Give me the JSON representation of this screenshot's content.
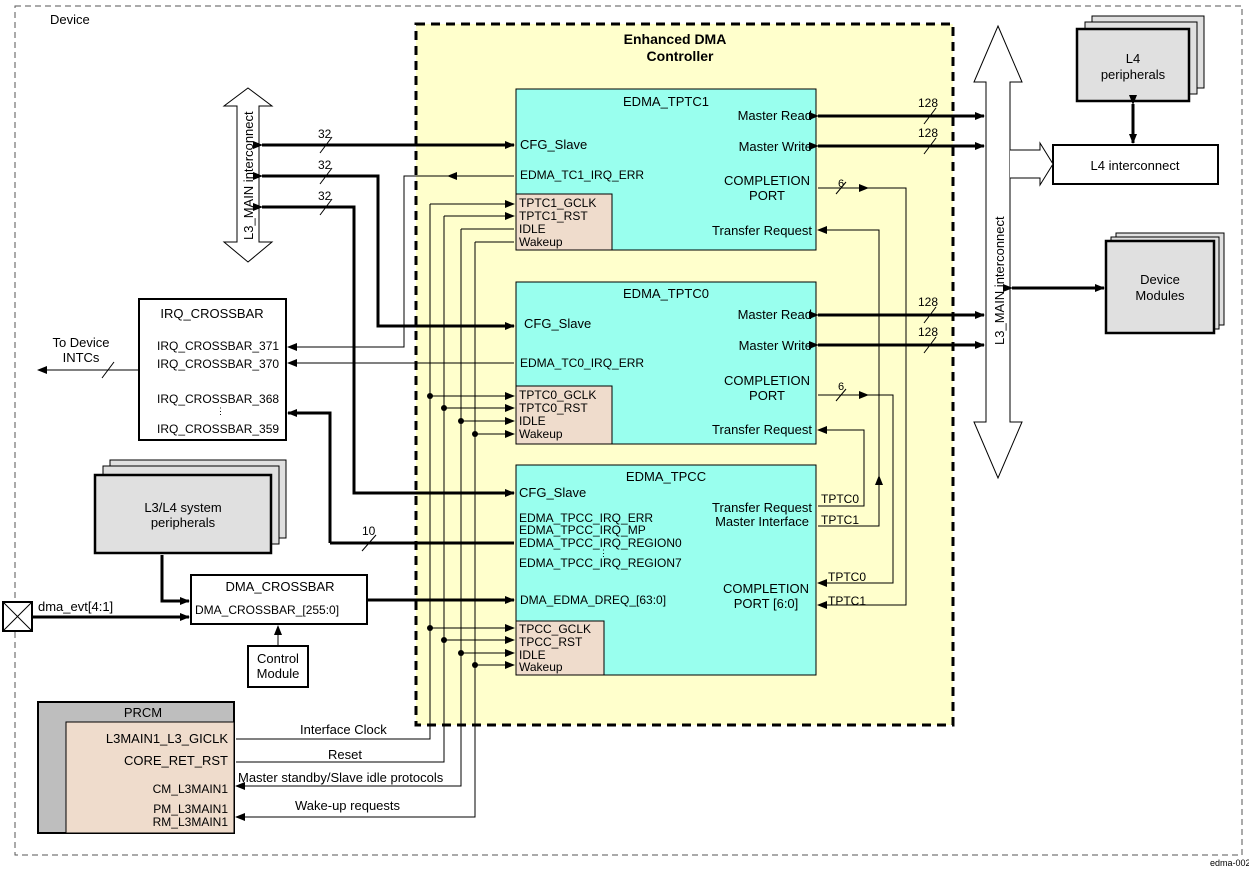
{
  "device_label": "Device",
  "figure_id": "edma-002",
  "edma": {
    "title_line1": "Enhanced DMA",
    "title_line2": "Controller"
  },
  "tptc1": {
    "name": "EDMA_TPTC1",
    "cfg": "CFG_Slave",
    "irq": "EDMA_TC1_IRQ_ERR",
    "master_read": "Master Read",
    "master_write": "Master Write",
    "completion_1": "COMPLETION",
    "completion_2": "PORT",
    "transfer_request": "Transfer Request",
    "sig_gclk": "TPTC1_GCLK",
    "sig_rst": "TPTC1_RST",
    "sig_idle": "IDLE",
    "sig_wakeup": "Wakeup"
  },
  "tptc0": {
    "name": "EDMA_TPTC0",
    "cfg": "CFG_Slave",
    "irq": "EDMA_TC0_IRQ_ERR",
    "master_read": "Master Read",
    "master_write": "Master Write",
    "completion_1": "COMPLETION",
    "completion_2": "PORT",
    "transfer_request": "Transfer Request",
    "sig_gclk": "TPTC0_GCLK",
    "sig_rst": "TPTC0_RST",
    "sig_idle": "IDLE",
    "sig_wakeup": "Wakeup"
  },
  "tpcc": {
    "name": "EDMA_TPCC",
    "cfg": "CFG_Slave",
    "irq_err": "EDMA_TPCC_IRQ_ERR",
    "irq_mp": "EDMA_TPCC_IRQ_MP",
    "irq_region0": "EDMA_TPCC_IRQ_REGION0",
    "irq_region7": "EDMA_TPCC_IRQ_REGION7",
    "dreq": "DMA_EDMA_DREQ_[63:0]",
    "tr_master_1": "Transfer Request",
    "tr_master_2": "Master Interface",
    "completion_1": "COMPLETION",
    "completion_2": "PORT [6:0]",
    "tptc0_a": "TPTC0",
    "tptc1_a": "TPTC1",
    "tptc0_b": "TPTC0",
    "tptc1_b": "TPTC1",
    "sig_gclk": "TPCC_GCLK",
    "sig_rst": "TPCC_RST",
    "sig_idle": "IDLE",
    "sig_wakeup": "Wakeup"
  },
  "bus": {
    "w32a": "32",
    "w32b": "32",
    "w32c": "32",
    "w128a": "128",
    "w128b": "128",
    "w128c": "128",
    "w128d": "128",
    "w6a": "6",
    "w6b": "6",
    "w10": "10"
  },
  "l3_left": "L3_MAIN interconnect",
  "l3_right": "L3_MAIN interconnect",
  "l4_peripherals_1": "L4",
  "l4_peripherals_2": "peripherals",
  "l4_interconnect": "L4 interconnect",
  "device_modules_1": "Device",
  "device_modules_2": "Modules",
  "irq_crossbar": {
    "title": "IRQ_CROSSBAR",
    "out371": "IRQ_CROSSBAR_371",
    "out370": "IRQ_CROSSBAR_370",
    "out368": "IRQ_CROSSBAR_368",
    "out359": "IRQ_CROSSBAR_359",
    "to_device_1": "To Device",
    "to_device_2": "INTCs"
  },
  "l3l4_sys_1": "L3/L4 system",
  "l3l4_sys_2": "peripherals",
  "dma_crossbar": {
    "title": "DMA_CROSSBAR",
    "port": "DMA_CROSSBAR_[255:0]"
  },
  "dma_evt": "dma_evt[4:1]",
  "control_module_1": "Control",
  "control_module_2": "Module",
  "prcm": {
    "title": "PRCM",
    "l3main1_giclk": "L3MAIN1_L3_GICLK",
    "core_ret_rst": "CORE_RET_RST",
    "cm": "CM_L3MAIN1",
    "pm": "PM_L3MAIN1",
    "rm": "RM_L3MAIN1"
  },
  "signals": {
    "interface_clock": "Interface Clock",
    "reset": "Reset",
    "standby": "Master standby/Slave idle protocols",
    "wakeup": "Wake-up requests"
  },
  "colors": {
    "edma_bg": "#FFFFCC",
    "module_bg": "#99FFEE",
    "signal_bg": "#EFDCCC",
    "peripheral_bg": "#E0E0E0",
    "prcm_frame": "#BEBEBE"
  }
}
